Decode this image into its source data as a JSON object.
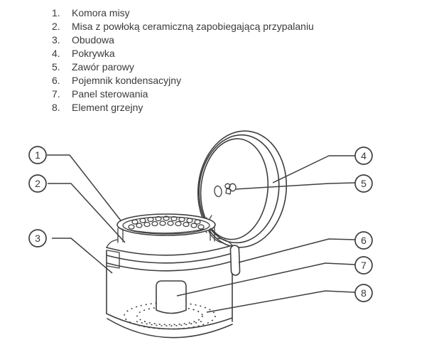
{
  "parts_list": {
    "items": [
      {
        "num": "1.",
        "label": "Komora misy"
      },
      {
        "num": "2.",
        "label": "Misa z powłoką ceramiczną zapobiegającą przypalaniu"
      },
      {
        "num": "3.",
        "label": "Obudowa"
      },
      {
        "num": "4.",
        "label": "Pokrywka"
      },
      {
        "num": "5.",
        "label": "Zawór parowy"
      },
      {
        "num": "6.",
        "label": "Pojemnik kondensacyjny"
      },
      {
        "num": "7.",
        "label": "Panel sterowania"
      },
      {
        "num": "8.",
        "label": "Element grzejny"
      }
    ]
  },
  "diagram": {
    "callouts": [
      {
        "num": "1",
        "points_to": "bowl-chamber"
      },
      {
        "num": "2",
        "points_to": "ceramic-bowl"
      },
      {
        "num": "3",
        "points_to": "housing"
      },
      {
        "num": "4",
        "points_to": "lid"
      },
      {
        "num": "5",
        "points_to": "steam-valve"
      },
      {
        "num": "6",
        "points_to": "condensation-container"
      },
      {
        "num": "7",
        "points_to": "control-panel"
      },
      {
        "num": "8",
        "points_to": "heating-element"
      }
    ]
  },
  "colors": {
    "line": "#3f3f3f",
    "text": "#3a3a3a",
    "background": "#ffffff"
  }
}
